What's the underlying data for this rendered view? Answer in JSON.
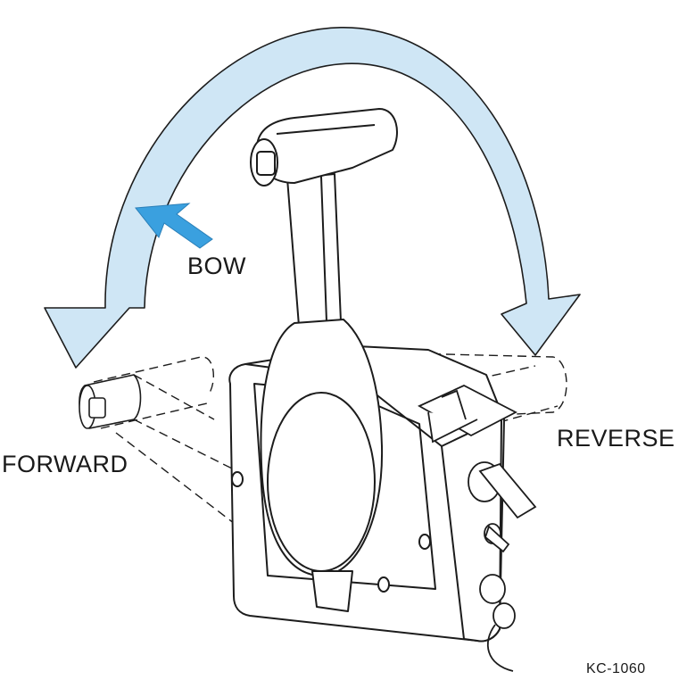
{
  "labels": {
    "bow": "BOW",
    "forward": "FORWARD",
    "reverse": "REVERSE",
    "figure_code": "KC-1060"
  },
  "colors": {
    "arrow_fill": "#cfe6f5",
    "bow_arrow_fill": "#3aa0df",
    "line": "#1c1c1c"
  }
}
